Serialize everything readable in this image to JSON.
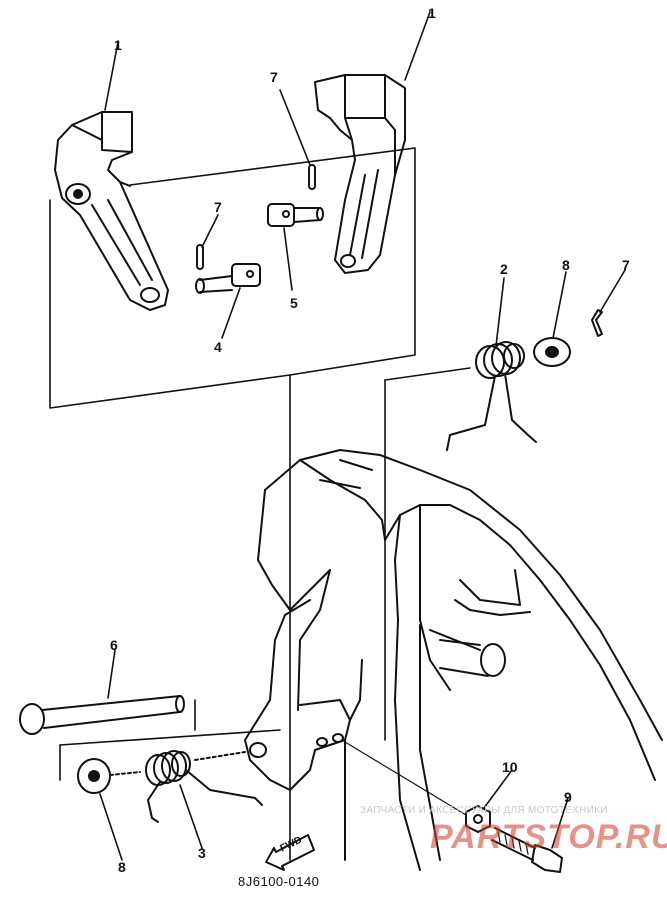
{
  "diagram": {
    "part_code": "8J6100-0140",
    "fwd_label": "FWD",
    "watermark_small": "ЗАПЧАСТИ И АКСЕССУАРЫ ДЛЯ МОТОТЕХНИКИ",
    "watermark_brand": "PARTSTOP.RU",
    "callouts": [
      "1",
      "1",
      "7",
      "7",
      "5",
      "4",
      "2",
      "8",
      "7",
      "6",
      "10",
      "9",
      "8",
      "3"
    ],
    "colors": {
      "ink": "#111111",
      "paper": "#ffffff",
      "watermark": "#d03a28"
    }
  }
}
